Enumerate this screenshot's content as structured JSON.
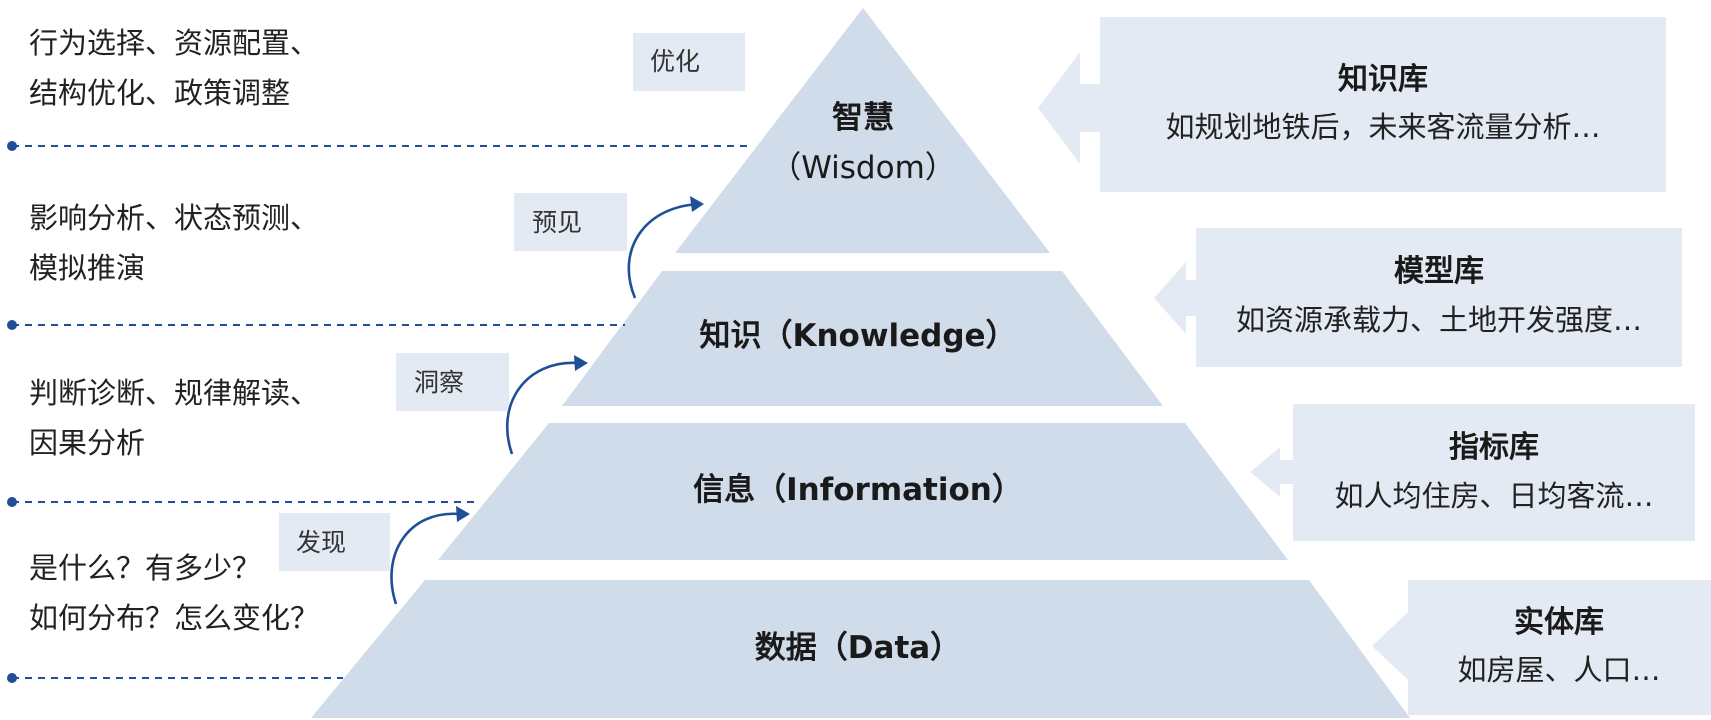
{
  "pyramid": [
    {
      "label": "智慧",
      "label2": "（Wisdom）"
    },
    {
      "label": "知识（Knowledge）"
    },
    {
      "label": "信息（Information）"
    },
    {
      "label": "数据（Data）"
    }
  ],
  "tags": [
    "优化",
    "预见",
    "洞察",
    "发现"
  ],
  "left_descriptions": [
    {
      "line1": "行为选择、资源配置、",
      "line2": "结构优化、政策调整"
    },
    {
      "line1": "影响分析、状态预测、",
      "line2": "模拟推演"
    },
    {
      "line1": "判断诊断、规律解读、",
      "line2": "因果分析"
    },
    {
      "line1": "是什么？有多少？",
      "line2": "如何分布？怎么变化？"
    }
  ],
  "libraries": [
    {
      "title": "知识库",
      "desc": "如规划地铁后，未来客流量分析…"
    },
    {
      "title": "模型库",
      "desc": "如资源承载力、土地开发强度…"
    },
    {
      "title": "指标库",
      "desc": "如人均住房、日均客流…"
    },
    {
      "title": "实体库",
      "desc": "如房屋、人口…"
    }
  ],
  "colors": {
    "pyramid_fill": "#d0dcea",
    "box_fill": "#e4eaf4",
    "accent": "#1f4f96"
  }
}
